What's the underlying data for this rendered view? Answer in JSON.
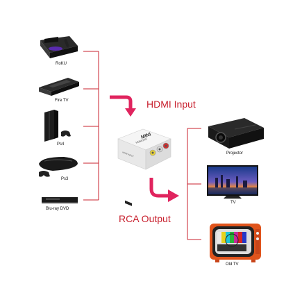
{
  "inputs": [
    {
      "label": "RoKU",
      "icon": "roku-box-icon"
    },
    {
      "label": "Fire TV",
      "icon": "fire-tv-box-icon"
    },
    {
      "label": "Ps4",
      "icon": "ps4-console-icon"
    },
    {
      "label": "Ps3",
      "icon": "ps3-console-icon"
    },
    {
      "label": "Blu-ray DVD",
      "icon": "bluray-player-icon"
    }
  ],
  "converter": {
    "top_text": "MINI",
    "side_text": "HDMI2AV",
    "front_label": "HDMI INPUT",
    "arrow_color": "#e0245e"
  },
  "flow": {
    "input_label": "HDMI Input",
    "output_label": "RCA Output",
    "label_color": "#c8202e",
    "line_color": "#c8202e"
  },
  "outputs": [
    {
      "label": "Projector",
      "icon": "projector-icon"
    },
    {
      "label": "TV",
      "icon": "flat-tv-icon"
    },
    {
      "label": "Old TV",
      "icon": "crt-tv-icon"
    }
  ]
}
